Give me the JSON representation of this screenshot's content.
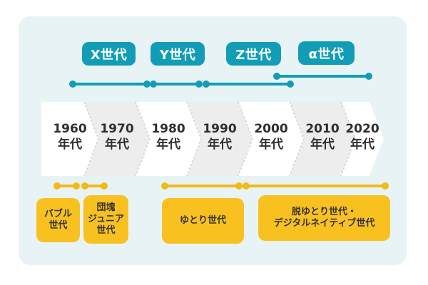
{
  "colors": {
    "teal": "#129db6",
    "yellow_line": "#f2ba17",
    "yellow_box": "#f8c120",
    "card_background": "#e8f3f6",
    "chevron_white": "#ffffff",
    "chevron_gray": "#ededed",
    "chevron_dash": "#c9cdd1",
    "dark_text": "#2e2e2e",
    "badge_text": "#ffffff"
  },
  "top_generations": {
    "badges": [
      {
        "label": "X世代"
      },
      {
        "label": "Y世代"
      },
      {
        "label": "Z世代"
      },
      {
        "label": "α世代"
      }
    ]
  },
  "decades": [
    {
      "year": "1960",
      "suffix": "年代"
    },
    {
      "year": "1970",
      "suffix": "年代"
    },
    {
      "year": "1980",
      "suffix": "年代"
    },
    {
      "year": "1990",
      "suffix": "年代"
    },
    {
      "year": "2000",
      "suffix": "年代"
    },
    {
      "year": "2010",
      "suffix": "年代"
    },
    {
      "year": "2020",
      "suffix": "年代"
    }
  ],
  "bottom_generations": {
    "boxes": [
      {
        "label": "バブル\n世代"
      },
      {
        "label": "団塊\nジュニア\n世代"
      },
      {
        "label": "ゆとり世代"
      },
      {
        "label": "脱ゆとり世代・\nデジタルネイティブ世代"
      }
    ]
  }
}
